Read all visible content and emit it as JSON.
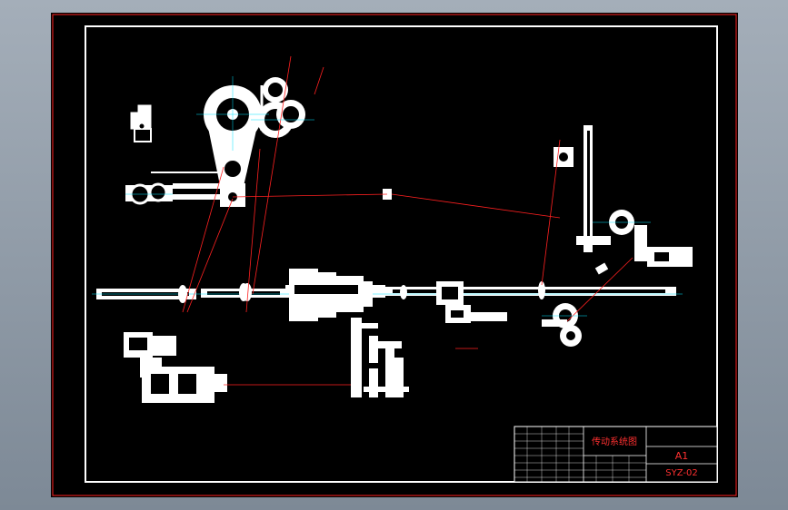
{
  "title_block": {
    "drawing_title": "传动系统图",
    "sheet_size": "A1",
    "drawing_number": "SYZ-02"
  },
  "colors": {
    "background": "#000000",
    "part": "#ffffff",
    "annotation": "#ff2020",
    "centerline": "#00e5ff",
    "frame": "#ffffff",
    "title_block_line": "#ffffff",
    "title_block_text": "#ff3030"
  }
}
